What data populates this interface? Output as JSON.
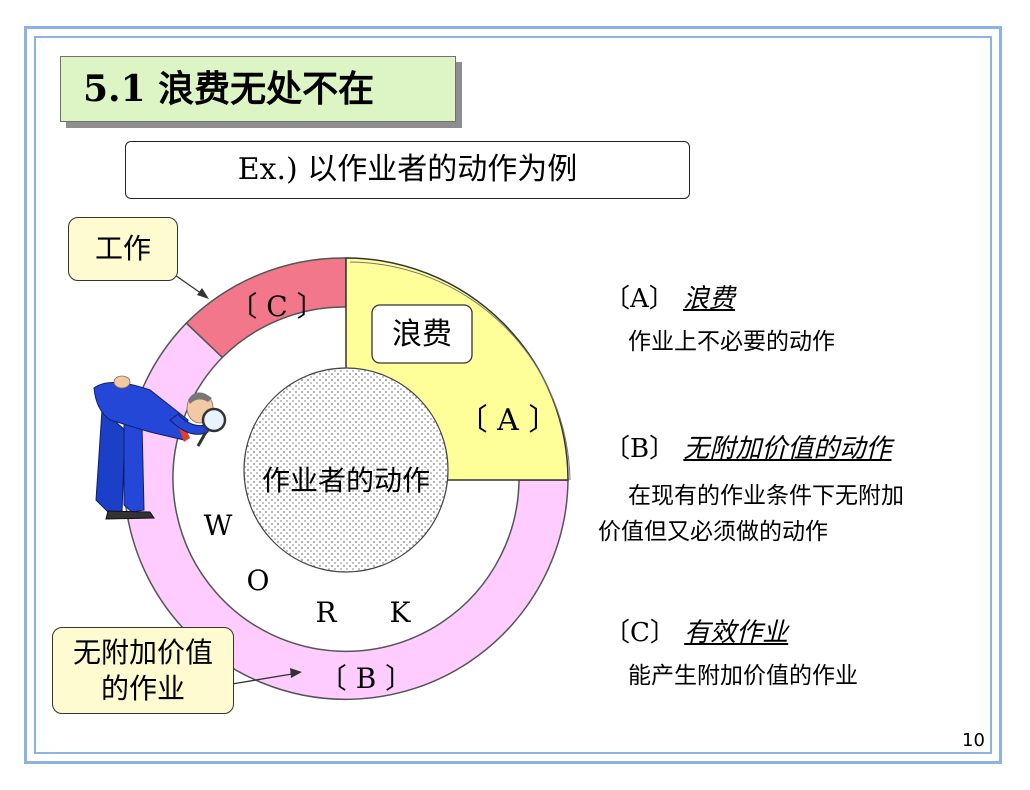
{
  "title": "5.1  浪费无处不在",
  "example_title": "Ex.) 以作业者的动作为例",
  "callouts": {
    "work": "工作",
    "no_value_line1": "无附加价值",
    "no_value_line2": "的作业"
  },
  "diagram": {
    "center_label": "作业者的动作",
    "waste_label": "浪费",
    "segment_a": "〔 A 〕",
    "segment_b": "〔 B 〕",
    "segment_c": "〔 C 〕",
    "work_letters": [
      "W",
      "O",
      "R",
      "K"
    ]
  },
  "definitions": [
    {
      "key": "〔A〕",
      "term": "浪费",
      "text_lines": [
        "作业上不必要的动作"
      ]
    },
    {
      "key": "〔B〕",
      "term": "无附加价值的动作",
      "text_lines": [
        "在现有的作业条件下无附加",
        "价值但又必须做的动作"
      ]
    },
    {
      "key": "〔C〕",
      "term": "有效作业",
      "text_lines": [
        "能产生附加价值的作业"
      ]
    }
  ],
  "page_number": "10",
  "colors": {
    "title_bg": "#ddf5c5",
    "note_bg": "#fdfbcf",
    "segment_a": "#ffff99",
    "segment_b": "#ffccff",
    "segment_c": "#f2778a",
    "frame": "#8db3e2"
  }
}
